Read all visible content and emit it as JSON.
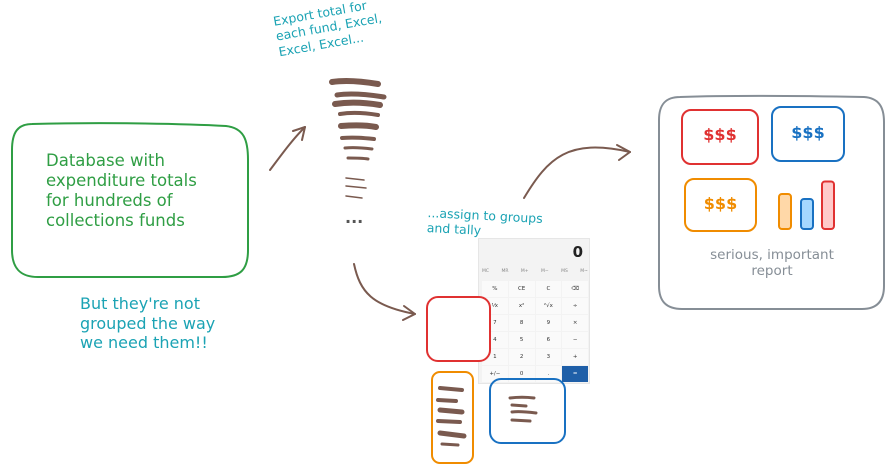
{
  "database_box": {
    "text": "Database with\nexpenditure totals\nfor hundreds of\ncollections funds"
  },
  "problem_note": {
    "text": "But they're not\ngrouped the way\nwe need them!!"
  },
  "export_note": {
    "text": "Export total for\neach fund, Excel,\nExcel, Excel..."
  },
  "export_list": {
    "ellipsis": "..."
  },
  "assign_note": {
    "text": "...assign to groups\nand tally"
  },
  "calculator": {
    "display": "0",
    "memory_keys": [
      "MC",
      "MR",
      "M+",
      "M−",
      "MS",
      "M~"
    ],
    "keys": [
      "%",
      "CE",
      "C",
      "⌫",
      "⅟x",
      "x²",
      "²√x",
      "÷",
      "7",
      "8",
      "9",
      "×",
      "4",
      "5",
      "6",
      "−",
      "1",
      "2",
      "3",
      "+",
      "+/−",
      "0",
      ".",
      "="
    ]
  },
  "report": {
    "red_label": "$$$",
    "blue_label": "$$$",
    "orange_label": "$$$",
    "caption": "serious, important\nreport",
    "bar_levels": [
      0.7,
      0.6,
      0.95
    ],
    "colors": {
      "red": "#e03131",
      "blue": "#1971c2",
      "orange": "#f08c00",
      "green": "#2f9e44",
      "teal": "#1ba3b4",
      "brown": "#7a5a4f",
      "grey": "#868e96"
    }
  }
}
